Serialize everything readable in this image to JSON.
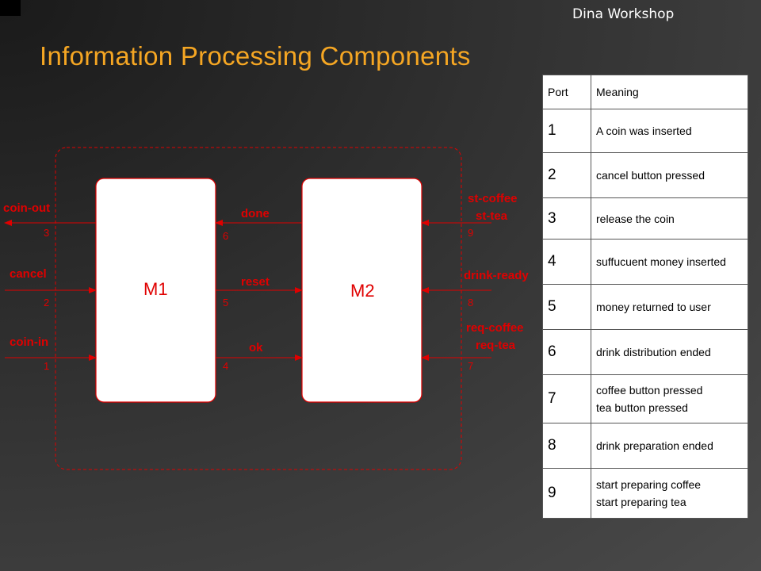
{
  "header": {
    "workshop": "Dina Workshop",
    "title": "Information Processing Components"
  },
  "diagram": {
    "modules": [
      {
        "name": "M1"
      },
      {
        "name": "M2"
      }
    ],
    "left_ports": [
      {
        "label": "coin-out",
        "number": "3"
      },
      {
        "label": "cancel",
        "number": "2"
      },
      {
        "label": "coin-in",
        "number": "1"
      }
    ],
    "middle_ports": [
      {
        "label": "done",
        "number": "6"
      },
      {
        "label": "reset",
        "number": "5"
      },
      {
        "label": "ok",
        "number": "4"
      }
    ],
    "right_ports": [
      {
        "label_lines": [
          "st-coffee",
          "st-tea"
        ],
        "number": "9"
      },
      {
        "label_lines": [
          "drink-ready"
        ],
        "number": "8"
      },
      {
        "label_lines": [
          "req-coffee",
          "req-tea"
        ],
        "number": "7"
      }
    ]
  },
  "port_table": {
    "headers": [
      "Port",
      "Meaning"
    ],
    "rows": [
      {
        "port": "1",
        "meaning": [
          "A coin was inserted"
        ]
      },
      {
        "port": "2",
        "meaning": [
          "cancel button pressed"
        ]
      },
      {
        "port": "3",
        "meaning": [
          "release the coin"
        ]
      },
      {
        "port": "4",
        "meaning": [
          "suffucuent money inserted"
        ]
      },
      {
        "port": "5",
        "meaning": [
          "money returned to user"
        ]
      },
      {
        "port": "6",
        "meaning": [
          "drink distribution ended"
        ]
      },
      {
        "port": "7",
        "meaning": [
          "coffee button pressed",
          "tea button pressed"
        ]
      },
      {
        "port": "8",
        "meaning": [
          "drink preparation ended"
        ]
      },
      {
        "port": "9",
        "meaning": [
          "start preparing coffee",
          "start preparing tea"
        ]
      }
    ]
  },
  "colors": {
    "title": "#f5a623",
    "diagram_red": "#e00000",
    "module_fill": "#ffffff"
  }
}
